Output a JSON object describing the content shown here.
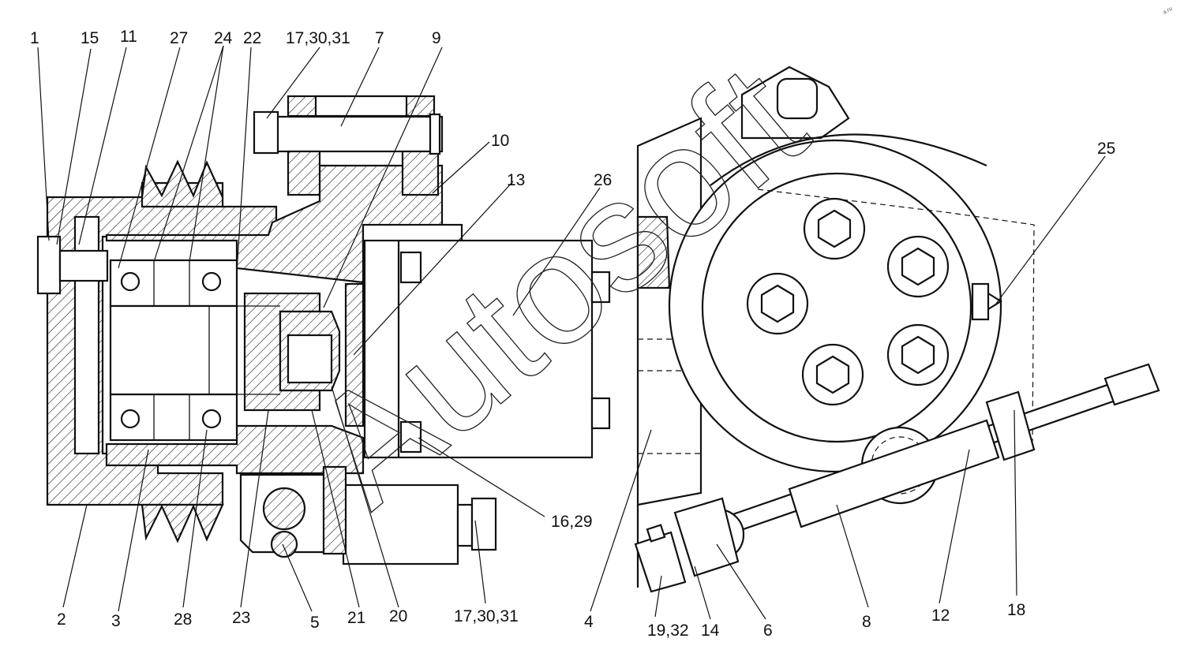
{
  "watermark": "Autosoft",
  "corner_mark": "a.ru",
  "callouts_top": [
    "1",
    "15",
    "11",
    "27",
    "24",
    "22",
    "17,30,31",
    "7",
    "9"
  ],
  "callouts_middle": [
    "10",
    "13",
    "26",
    "25",
    "16,29"
  ],
  "callouts_bottom": [
    "2",
    "3",
    "28",
    "23",
    "5",
    "21",
    "20",
    "17,30,31",
    "4",
    "19,32",
    "14",
    "6",
    "8",
    "12",
    "18"
  ]
}
